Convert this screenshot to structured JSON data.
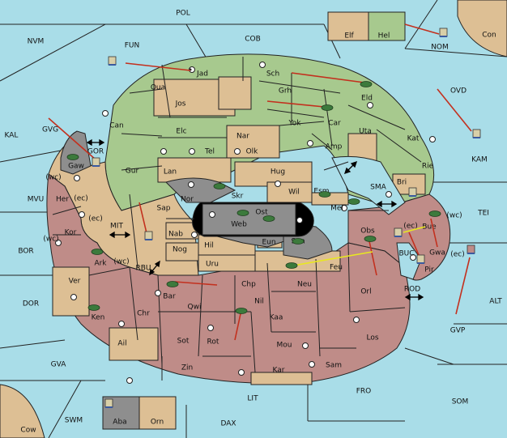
{
  "colors": {
    "sea": "#a9dde8",
    "green": "#a7c98e",
    "tan": "#ddbf94",
    "red": "#bf8c88",
    "grey": "#8e8e8e",
    "black": "#000000",
    "order_red": "#c3301e",
    "order_yellow": "#e8e820",
    "unit": "#3c7a3c"
  },
  "sea_labels": [
    "POL",
    "CON",
    "NVM",
    "FUN",
    "COB",
    "NOM",
    "Con",
    "OVD",
    "KAL",
    "GVG",
    "KAM",
    "GOR",
    "MVU",
    "SMA",
    "TEI",
    "MIT",
    "BOR",
    "BUC",
    "RBU",
    "ROD",
    "ALT",
    "DOR",
    "GVP",
    "GVA",
    "FRO",
    "SOM",
    "LIT",
    "SWM",
    "DAX",
    "Cow"
  ],
  "land_labels": [
    "Elf",
    "Hel",
    "Jad",
    "Sch",
    "Qua",
    "Grh",
    "Eld",
    "Jos",
    "Can",
    "Car",
    "Uta",
    "Elc",
    "Nar",
    "Yok",
    "Kat",
    "Gaw",
    "Tel",
    "Olk",
    "Amp",
    "Gur",
    "Lan",
    "Hug",
    "Rie",
    "Bri",
    "Nor",
    "Skr",
    "Ost",
    "Wil",
    "Esm",
    "Mel",
    "Her",
    "Web",
    "Sap",
    "Kor",
    "Nab",
    "Eun",
    "Sun",
    "Obs",
    "Bue",
    "Hil",
    "Ark",
    "Nog",
    "Uru",
    "Feu",
    "Gwa",
    "Pir",
    "Ver",
    "Chp",
    "Neu",
    "Orl",
    "Bar",
    "Qwi",
    "Nil",
    "Ken",
    "Chr",
    "Kaa",
    "Sot",
    "Rot",
    "Los",
    "Ail",
    "Mou",
    "Zin",
    "Kar",
    "Sam",
    "Aba",
    "Orn"
  ],
  "annotations": [
    "(wc)",
    "(ec)",
    "(ec)",
    "(wc)",
    "(wc)",
    "(ec)",
    "(wc)",
    "(ec)"
  ]
}
